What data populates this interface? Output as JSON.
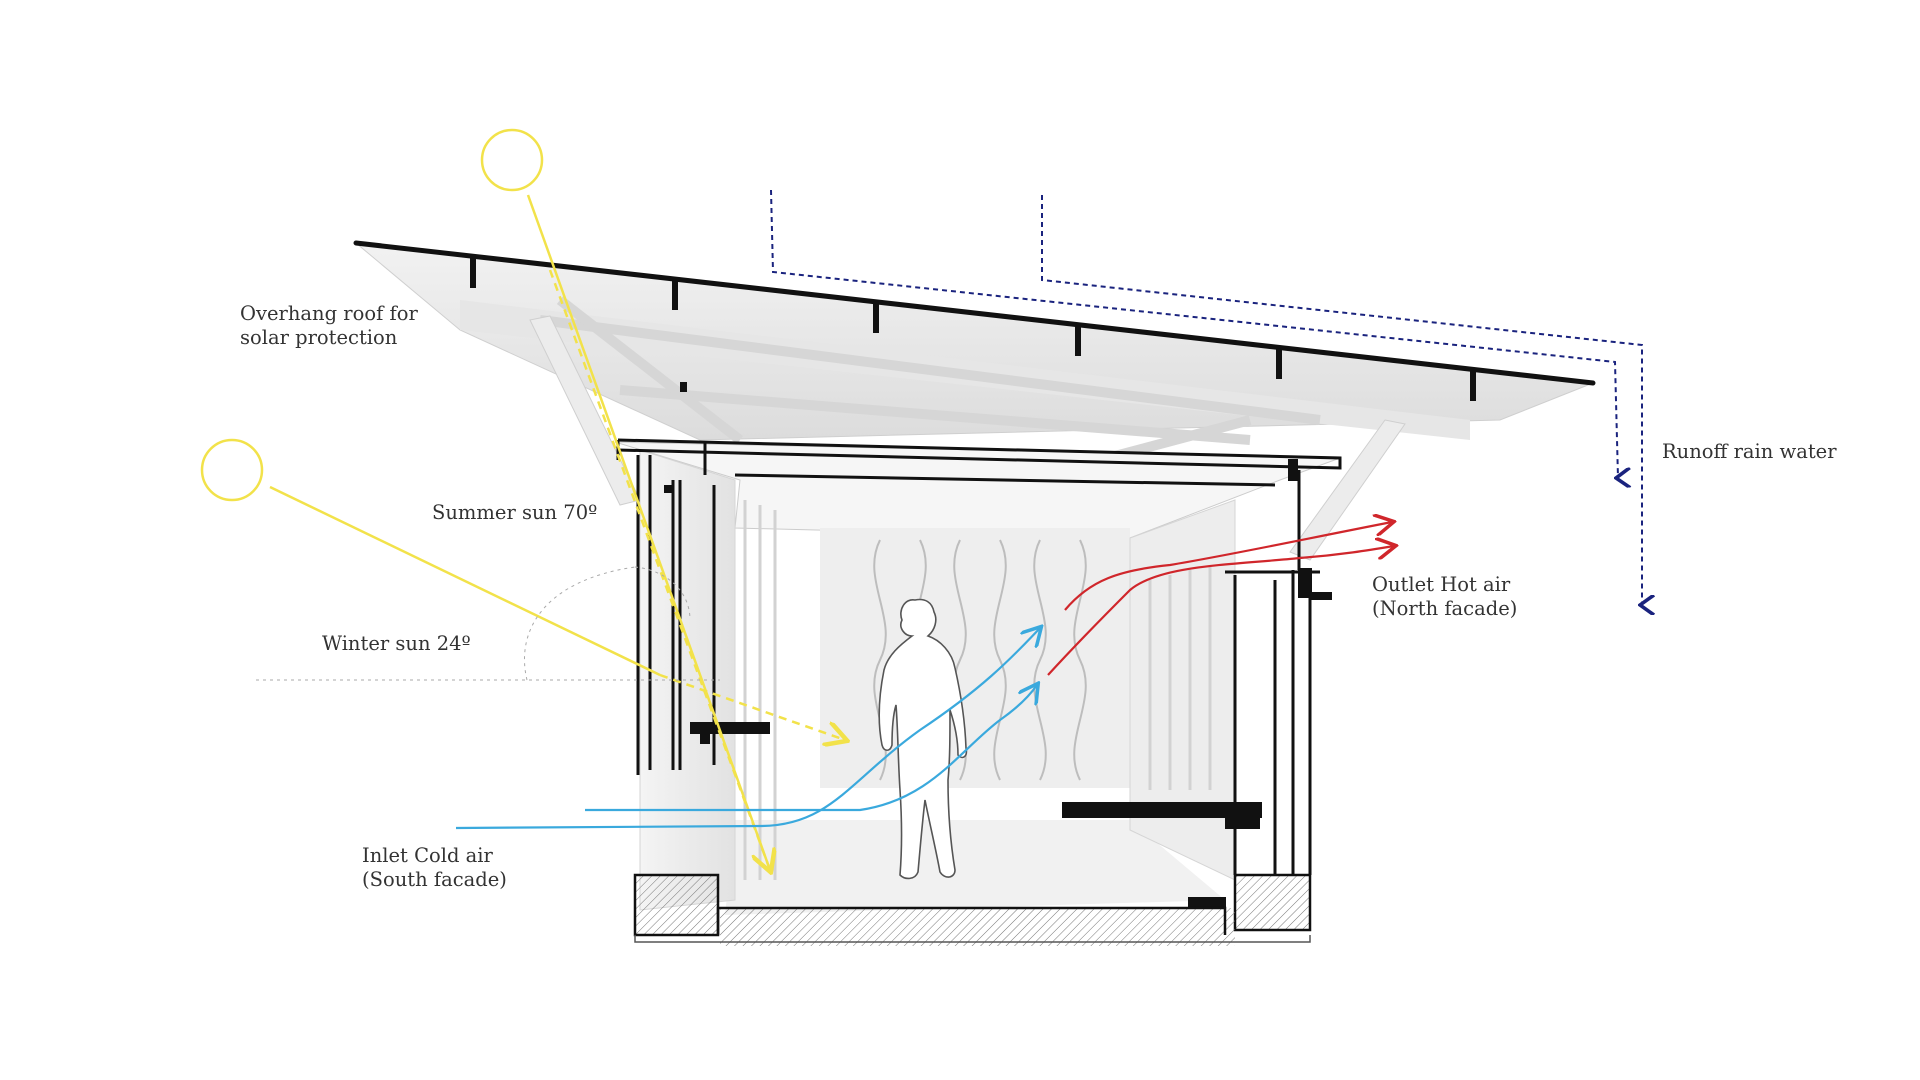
{
  "labels": {
    "overhang_line1": "Overhang roof for",
    "overhang_line2": "solar protection",
    "summer_sun": "Summer sun 70º",
    "winter_sun": "Winter sun 24º",
    "inlet_line1": "Inlet Cold air",
    "inlet_line2": "(South facade)",
    "outlet_line1": "Outlet Hot air",
    "outlet_line2": "(North facade)",
    "runoff": "Runoff rain water"
  },
  "colors": {
    "sun": "#f2e24a",
    "cold_air": "#3aa9dd",
    "hot_air": "#d0262b",
    "rain": "#1a237e",
    "structure": "#111111",
    "label_text": "#333333"
  },
  "icons": [
    "summer-sun-icon",
    "winter-sun-icon",
    "human-figure-icon"
  ]
}
